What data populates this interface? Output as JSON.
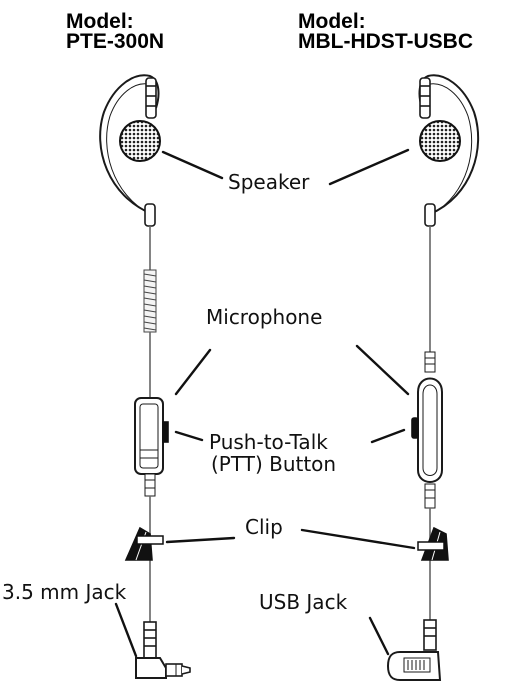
{
  "left_model": {
    "prefix": "Model:",
    "name": "PTE-300N"
  },
  "right_model": {
    "prefix": "Model:",
    "name": "MBL-HDST-USBC"
  },
  "labels": {
    "speaker": "Speaker",
    "microphone": "Microphone",
    "ptt_line1": "Push-to-Talk",
    "ptt_line2": "(PTT) Button",
    "clip": "Clip",
    "left_jack": "3.5 mm Jack",
    "right_jack": "USB Jack"
  },
  "colors": {
    "line": "#1a1a1a",
    "cable": "#666666",
    "fill_light": "#eeeeee",
    "fill_dark": "#111111"
  }
}
